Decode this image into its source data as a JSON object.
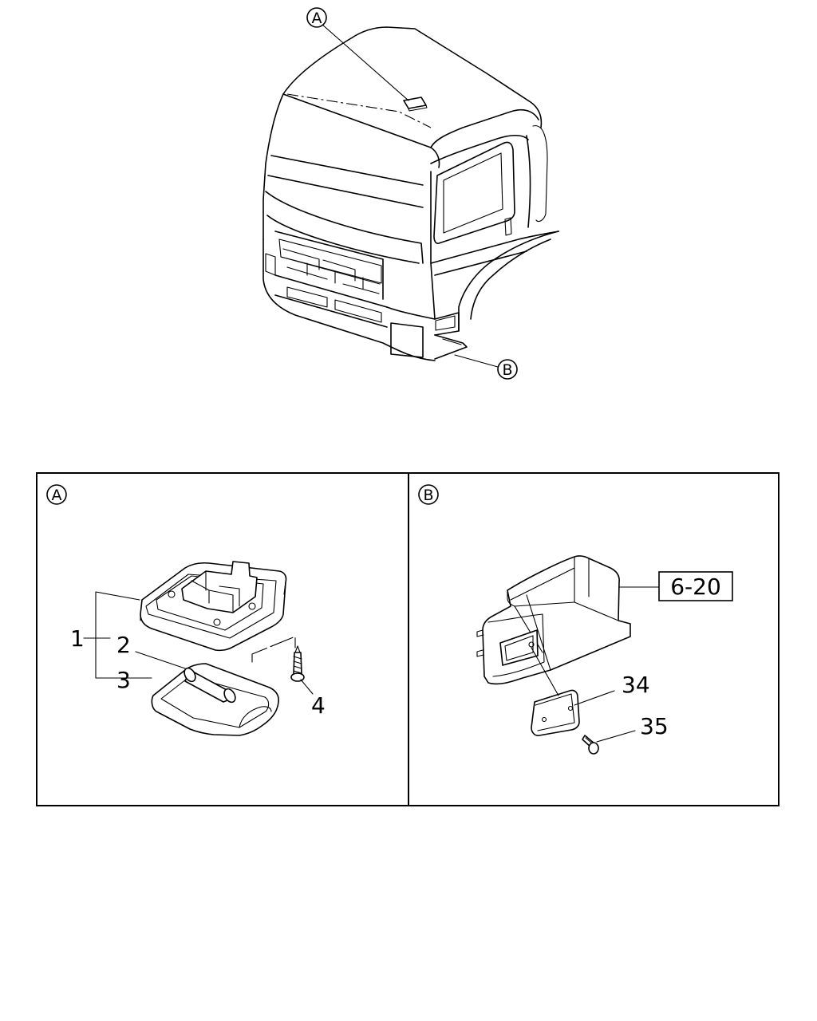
{
  "overview": {
    "callout_a": "A",
    "callout_b": "B"
  },
  "panel_a": {
    "tag": "A",
    "parts": [
      "1",
      "2",
      "3",
      "4"
    ]
  },
  "panel_b": {
    "tag": "B",
    "reference": "6-20",
    "parts": [
      "34",
      "35"
    ]
  }
}
